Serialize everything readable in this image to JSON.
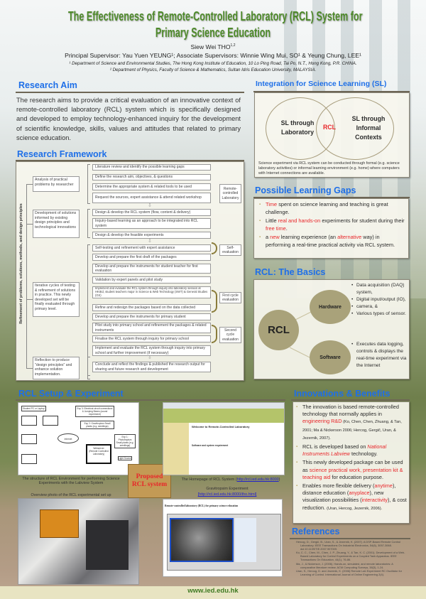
{
  "header": {
    "title_line1": "The Effectiveness of Remote-Controlled Laboratory (RCL) System for",
    "title_line2": "Primary Science Education",
    "author": "Siew Wei THO",
    "author_sup": "1,2",
    "supervisors": "Principal Supervisor: Yau Yuen YEUNG¹; Associate Supervisors: Winnie Wing Mui, SO¹ & Yeung Chung, LEE¹",
    "affiliation1": "¹ Department of Science and Environmental Studies, The Hong Kong Institute of Education, 10 Lo Ping Road, Tai Po, N.T., Hong Kong, P.R. CHINA.",
    "affiliation2": "² Department of Physics, Faculty of Science & Mathematics, Sultan Idris Education University, MALAYSIA."
  },
  "aim": {
    "heading": "Research Aim",
    "text": "The research aims to provide a critical evaluation of an innovative context of remote-controlled laboratory (RCL) system which is specifically designed and developed to employ technology-enhanced inquiry for the development of scientific knowledge, skills, values and attitudes that related to primary science education."
  },
  "framework": {
    "heading": "Research Framework",
    "vertical_label": "Refinement of problems, solutions, methods, and design principles",
    "phases": [
      "Analysis of practical problems by researcher",
      "Development of solutions informed by existing design principles and technological innovations",
      "Iterative cycles of testing & refinement of solutions in practice. This newly developed set will be finally evaluated through primary level.",
      "Reflection to produce \"design principles\" and enhance solution implementation."
    ],
    "steps": [
      "Literature review and identify the possible learning gaps",
      "Define the research aim, objectives, & questions",
      "Determine the appropriate system & related tools to be used",
      "Request the sources, expert assistance & attend related workshop",
      "Design & develop the RCL system (flow, content & delivery)",
      "Inquiry-based learning as an approach to be integrated into RCL system",
      "Design & develop the feasible experiments",
      "Self-testing and refinement with expert assistance",
      "Develop and prepare the first draft of the packages",
      "Develop and prepare the instruments for student teacher for first evaluation",
      "Validation by expert panels and pilot study",
      "Implement and evaluate the RCL system through inquiry into laboratory session at HKIEd, student teachers major in Science & Web Technology (SWT) & General Studies (GS)",
      "Refine and redesign the packages based on the data collected",
      "Develop and prepare the instruments for primary student",
      "Pilot study into primary school and refinement the packages & related instruments",
      "Finalise the RCL system through inquiry for primary school",
      "Implement and evaluate the RCL system through inquiry into primary school and further improvement (if necessary)",
      "Conclude and reflect the findings & published the research output for sharing and future research and development"
    ],
    "side_labels": [
      "Remote-controlled Laboratory",
      "Self-evaluation",
      "First cycle evaluation",
      "Second cycle evaluation"
    ]
  },
  "integration": {
    "heading": "Integration for Science Learning (SL)",
    "left": "SL through Laboratory",
    "center": "RCL",
    "right": "SL through Informal Contexts",
    "note": "Science experiment via RCL system can be conducted through formal (e.g. science laboratory activities) or informal learning environment (e.g. home) where computers with Internet connections are available."
  },
  "gaps": {
    "heading": "Possible Learning Gaps",
    "items": [
      [
        {
          "t": "Time",
          "hl": true
        },
        {
          "t": " spent on science learning and teaching is great challenge."
        }
      ],
      [
        {
          "t": "Little "
        },
        {
          "t": "real and hands-on",
          "hl": true
        },
        {
          "t": " experiments for student during their "
        },
        {
          "t": "free time",
          "hl": true
        },
        {
          "t": "."
        }
      ],
      [
        {
          "t": "a "
        },
        {
          "t": "new",
          "hl": true
        },
        {
          "t": " learning experience (an "
        },
        {
          "t": "alternative",
          "hl": true
        },
        {
          "t": " way) in performing a real-time practical activity via RCL system."
        }
      ]
    ]
  },
  "basics": {
    "heading": "RCL: The Basics",
    "center": "RCL",
    "hardware": "Hardware",
    "software": "Software",
    "hardware_items": [
      "Data acquisition (DAQ) system,",
      "Digital input/output (IO),",
      "camera, &",
      "Various types of sensor."
    ],
    "software_items": [
      "Executes data logging, controls & displays the real-time experiment via the Internet"
    ]
  },
  "setup": {
    "heading": "RCL Setup & Experiment",
    "diagram_caption": "The structure of RCL Environment for performing Science Experiments with the Labview System",
    "photo_caption": "Overview photo of the RCL experimental set up",
    "proposed": "Proposed RCL system",
    "homepage_caption": "The Homepage of RCL System (",
    "homepage_link": "http://rcl.ied.edu.hk:8000",
    "homepage_close": ")",
    "grav_caption": "Gravitropsim Experiment",
    "grav_link": "[http://rcl.ied.edu.hk:8000/tho.html]",
    "diagram_labels": [
      "Student PC or Laptop",
      "Exp 3: Electrical circuit connections & Jumping Beans (sound experiment)",
      "Exp 2: Gravitropism Small plants (e.g. seedlings)",
      "Internet",
      "Exp 1: Phototropism Small plants (e.g. seedlings)",
      "Webserver (Remote Controlled Laboratory)",
      "Light Source"
    ],
    "homepage_title": "Welcome to Remote-Controlled Laboratory",
    "homepage_sub": "Software and system requirement",
    "grav_title": "Remote-controlled laboratory (RCL) for primary science education"
  },
  "innovations": {
    "heading": "Innovations & Benefits",
    "items": [
      [
        {
          "t": "The innovation is based remote-controlled technology that normally applies in "
        },
        {
          "t": "engineering R&D",
          "hl": true
        },
        {
          "t": " (Ko, Chen, Chen, Zhuang, & Tan, 2001; Ma & Nickerson 2006; Hercog, Gergič, Uran, & Jezernik, 2007).",
          "small": true
        }
      ],
      [
        {
          "t": "RCL is developed based on "
        },
        {
          "t": "National Instruments Labview",
          "hl": true,
          "it": true
        },
        {
          "t": " technology."
        }
      ],
      [
        {
          "t": "This newly developed package can be used as "
        },
        {
          "t": "science practical work, presentation kit & teaching aid",
          "hl": true
        },
        {
          "t": " for education purpose."
        }
      ],
      [
        {
          "t": "Enables more flexible delivery ("
        },
        {
          "t": "anytime",
          "hl": true
        },
        {
          "t": "), distance education ("
        },
        {
          "t": "anyplace",
          "hl": true
        },
        {
          "t": "), new visualization possibilities ("
        },
        {
          "t": "interactivity",
          "hl": true
        },
        {
          "t": "), & cost reduction. "
        },
        {
          "t": "(Uran, Hercog, Jezernik, 2006).",
          "small": true
        }
      ]
    ]
  },
  "references": {
    "heading": "References",
    "items": [
      "Hercog, D., Gergič, B., Uran, S., & Jezernik, K. (2007). A DSP-Based Remote Control Laboratory. IEEE Transactions On Industrial Electronics, 54(6), 3057-3068. doi:10.1109/TIE.2007.907009.",
      "Ko, C. C., Chen, M., Chen, J. P., Zhuang, Y., & Tan, K. C. (2001). Development of a Web-Based Laboratory for Control Experiments on a Coupled Tank Apparatus. IEEE Transactions On Education, 44(1), 76-86.",
      "Ma, J., & Nickerson, J. (2006). Hands-on, simulated, and remote laboratories: A comparative literature review. ACM Computing Surveys, 38(3), 1-24.",
      "Uran, S., Hercog, D. and Jezernik, K. (2006) Remote Lab Experiment RC Oscillator for Learning of Control. International Journal of Online Engineering 2(4)."
    ]
  },
  "footer": {
    "url": "www.ied.edu.hk"
  },
  "colors": {
    "heading": "#1e6fe8",
    "title": "#4e8a2a",
    "highlight": "#e8262a",
    "ellipse": "#a9a27a",
    "proposed_box": "#c39a55"
  }
}
